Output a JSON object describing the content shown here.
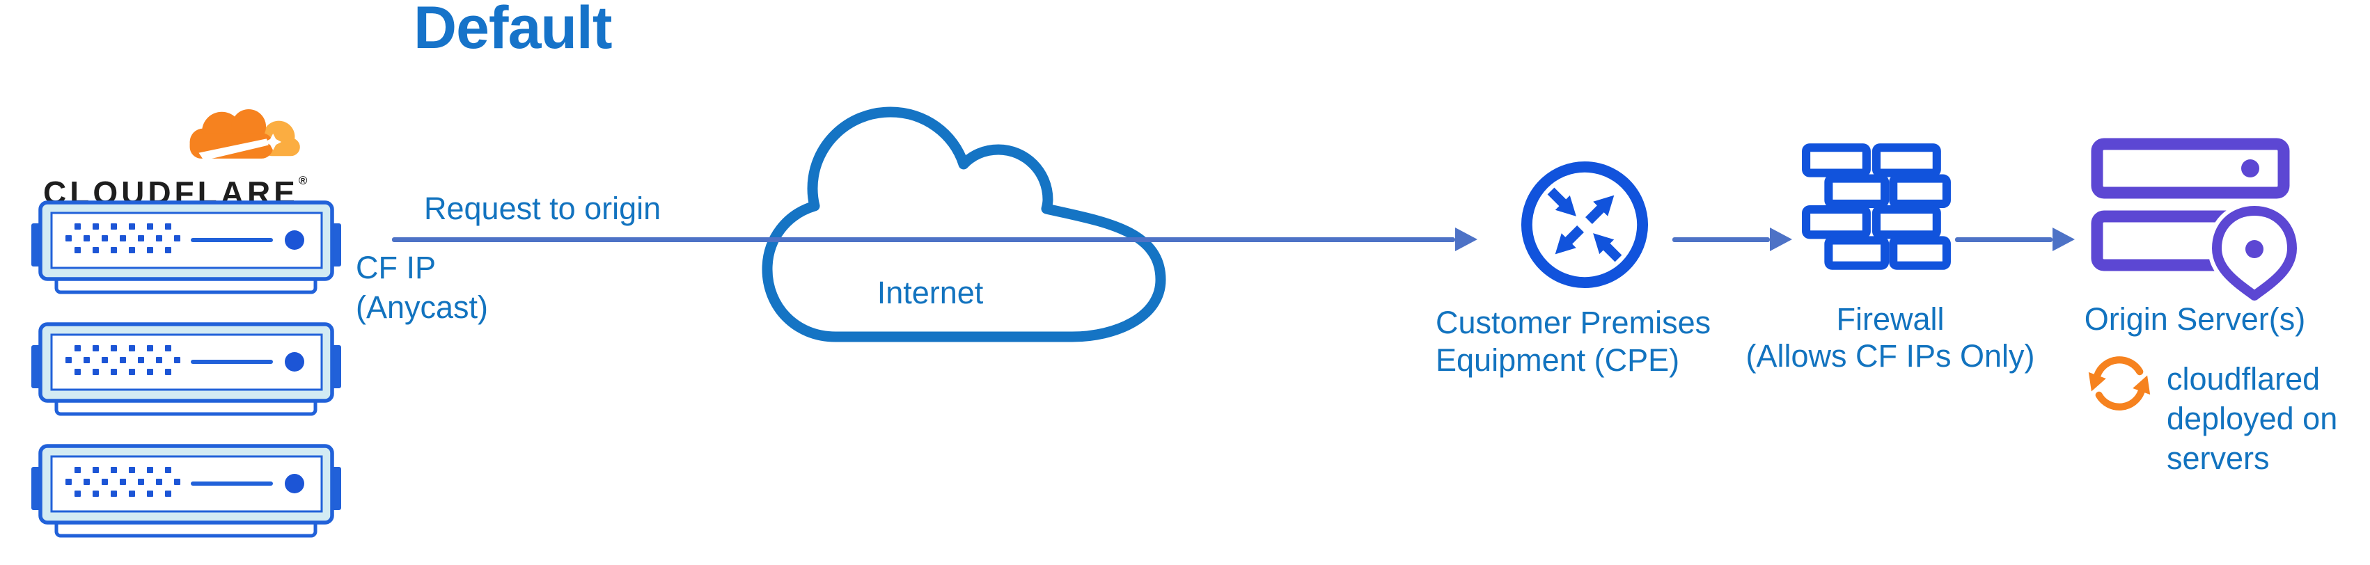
{
  "title": "Default",
  "logo": {
    "wordmark": "CLOUDFLARE",
    "registered_mark": "®"
  },
  "request_flow": {
    "arrow_label": "Request to origin",
    "source_line1": "CF IP",
    "source_line2": "(Anycast)"
  },
  "internet": {
    "label": "Internet"
  },
  "cpe": {
    "line1": "Customer Premises",
    "line2": "Equipment (CPE)"
  },
  "firewall": {
    "line1": "Firewall",
    "line2": "(Allows CF IPs Only)"
  },
  "origin": {
    "label": "Origin Server(s)",
    "note_line1": "cloudflared",
    "note_line2": "deployed on",
    "note_line3": "servers"
  },
  "colors": {
    "title_blue": "#1673c9",
    "label_blue": "#1273bf",
    "arrow_blue": "#4d72c6",
    "icon_blue": "#1153dc",
    "server_blue": "#2161d9",
    "server_fill": "#d3ebf3",
    "server_dot": "#1c55d6",
    "origin_purple": "#5c47d3",
    "cf_orange": "#f6821f",
    "cf_orange_light": "#fbad41",
    "cloud_blue": "#1574c4",
    "wordmark_black": "#1e1e1e"
  }
}
